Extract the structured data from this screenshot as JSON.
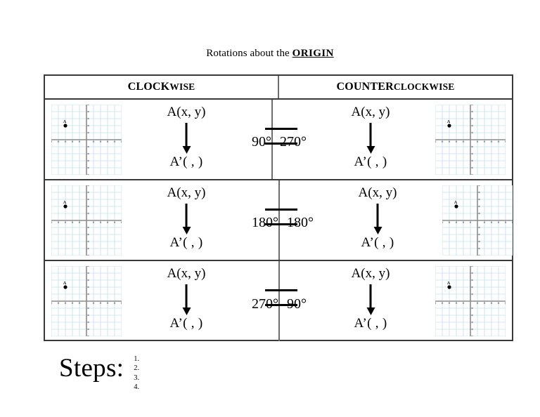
{
  "title": {
    "plain": "Rotations about the ",
    "emphasis": "ORIGIN"
  },
  "table": {
    "headers": [
      {
        "strong": "CLOCK",
        "rest": "WISE"
      },
      {
        "strong": "COUNTER",
        "rest": "CLOCKWISE"
      }
    ],
    "rows": [
      {
        "clockwise": {
          "preimage": "A(x, y)",
          "arrow": "down-arrow",
          "image": "A’(     ,     )",
          "degrees": "90°"
        },
        "counterclockwise": {
          "preimage": "A(x, y)",
          "arrow": "down-arrow",
          "image": "A’(     ,     )",
          "degrees": "270°"
        }
      },
      {
        "clockwise": {
          "preimage": "A(x, y)",
          "arrow": "down-arrow",
          "image": "A’(     ,     )",
          "degrees": "180°"
        },
        "counterclockwise": {
          "preimage": "A(x, y)",
          "arrow": "down-arrow",
          "image": "A’(     ,     )",
          "degrees": "180°"
        }
      },
      {
        "clockwise": {
          "preimage": "A(x, y)",
          "arrow": "down-arrow",
          "image": "A’(     ,     )",
          "degrees": "270°"
        },
        "counterclockwise": {
          "preimage": "A(x, y)",
          "arrow": "down-arrow",
          "image": "A’(     ,     )",
          "degrees": "90°"
        }
      }
    ]
  },
  "graph": {
    "point_label": "A",
    "point_x": -3,
    "point_y": 2,
    "x_range": [
      -5,
      5
    ],
    "y_range": [
      -5,
      5
    ],
    "grid_color": "#bfe0ee",
    "axis_color": "#8c8c8c",
    "point_color": "#000000"
  },
  "steps": {
    "label": "Steps:",
    "items": [
      "1.",
      "2.",
      "3.",
      "4."
    ]
  },
  "colors": {
    "table_border": "#3a3a3a",
    "divider": "#6d6d6d",
    "text": "#000000",
    "background": "#ffffff"
  }
}
